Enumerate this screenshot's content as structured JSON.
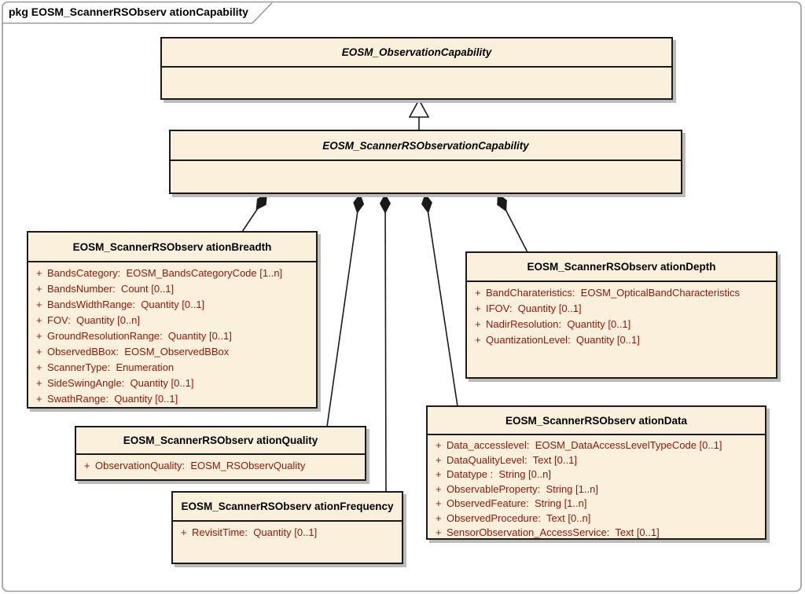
{
  "frame": {
    "tab_label": "pkg EOSM_ScannerRSObserv ationCapability"
  },
  "colors": {
    "class_fill": "#FAF0DC",
    "class_border": "#1a1a1a",
    "attribute_text": "#941609",
    "shadow": "#bcbcbc",
    "frame_border": "#9a9a9a"
  },
  "classes": {
    "observationCapability": {
      "name": "EOSM_ObservationCapability",
      "attributes": []
    },
    "scannerCapability": {
      "name": "EOSM_ScannerRSObservationCapability",
      "attributes": []
    },
    "breadth": {
      "name": "EOSM_ScannerRSObserv ationBreadth",
      "attributes": [
        {
          "vis": "+",
          "text": "BandsCategory:  EOSM_BandsCategoryCode [1..n]"
        },
        {
          "vis": "+",
          "text": "BandsNumber:  Count [0..1]"
        },
        {
          "vis": "+",
          "text": "BandsWidthRange:  Quantity [0..1]"
        },
        {
          "vis": "+",
          "text": "FOV:  Quantity [0..n]"
        },
        {
          "vis": "+",
          "text": "GroundResolutionRange:  Quantity [0..1]"
        },
        {
          "vis": "+",
          "text": "ObservedBBox:  EOSM_ObservedBBox"
        },
        {
          "vis": "+",
          "text": "ScannerType:  Enumeration"
        },
        {
          "vis": "+",
          "text": "SideSwingAngle:  Quantity [0..1]"
        },
        {
          "vis": "+",
          "text": "SwathRange:  Quantity [0..1]"
        }
      ]
    },
    "depth": {
      "name": "EOSM_ScannerRSObserv ationDepth",
      "attributes": [
        {
          "vis": "+",
          "text": "BandCharateristics:  EOSM_OpticalBandCharacteristics"
        },
        {
          "vis": "+",
          "text": "IFOV:  Quantity [0..1]"
        },
        {
          "vis": "+",
          "text": "NadirResolution:  Quantity [0..1]"
        },
        {
          "vis": "+",
          "text": "QuantizationLevel:  Quantity [0..1]"
        }
      ]
    },
    "quality": {
      "name": "EOSM_ScannerRSObserv ationQuality",
      "attributes": [
        {
          "vis": "+",
          "text": "ObservationQuality:  EOSM_RSObservQuality"
        }
      ]
    },
    "frequency": {
      "name": "EOSM_ScannerRSObserv ationFrequency",
      "attributes": [
        {
          "vis": "+",
          "text": "RevisitTime:  Quantity [0..1]"
        }
      ]
    },
    "data": {
      "name": "EOSM_ScannerRSObserv ationData",
      "attributes": [
        {
          "vis": "+",
          "text": "Data_accesslevel:  EOSM_DataAccessLevelTypeCode [0..1]"
        },
        {
          "vis": "+",
          "text": "DataQualityLevel:  Text [0..1]"
        },
        {
          "vis": "+",
          "text": "Datatype :  String [0..n]"
        },
        {
          "vis": "+",
          "text": "ObservableProperty:  String [1..n]"
        },
        {
          "vis": "+",
          "text": "ObservedFeature:  String [1..n]"
        },
        {
          "vis": "+",
          "text": "ObservedProcedure:  Text [0..n]"
        },
        {
          "vis": "+",
          "text": "SensorObservation_AccessService:  Text [0..1]"
        }
      ]
    }
  }
}
